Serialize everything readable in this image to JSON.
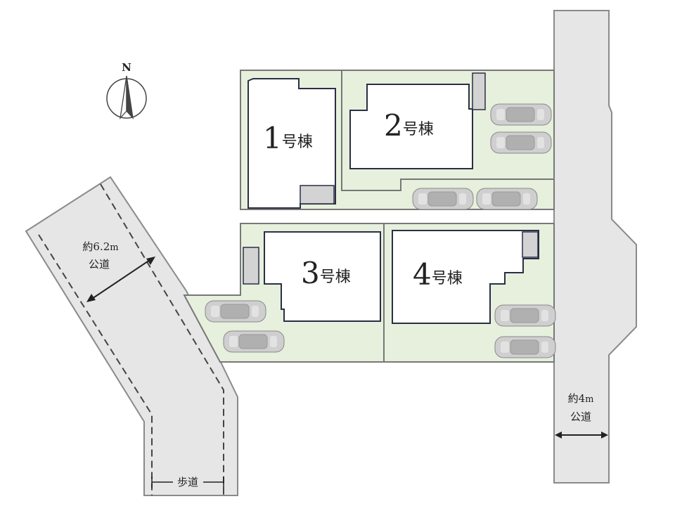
{
  "compass": {
    "label": "N"
  },
  "buildings": [
    {
      "number": "1",
      "suffix": "号棟"
    },
    {
      "number": "2",
      "suffix": "号棟"
    },
    {
      "number": "3",
      "suffix": "号棟"
    },
    {
      "number": "4",
      "suffix": "号棟"
    }
  ],
  "roads": {
    "left": {
      "width_text": "約6.2",
      "width_unit": "m",
      "type": "公道"
    },
    "right": {
      "width_text": "約4",
      "width_unit": "m",
      "type": "公道"
    },
    "sidewalk": {
      "label": "歩道"
    }
  },
  "colors": {
    "lot_fill": "#e6f0dd",
    "lot_border": "#777777",
    "road_fill": "#e6e6e6",
    "building_outline": "#2b2e45",
    "parking_fill": "#d3d3d3"
  }
}
